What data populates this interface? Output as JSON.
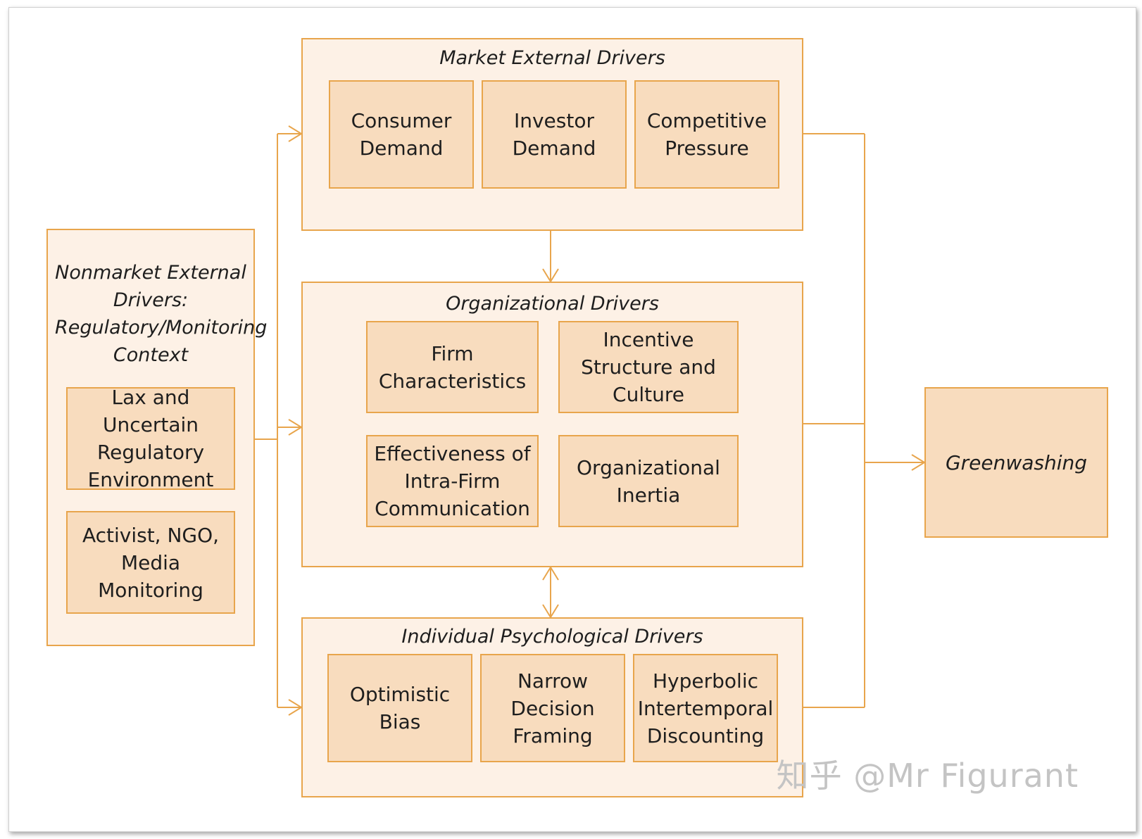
{
  "nonmarket": {
    "title": "Nonmarket External Drivers: Regulatory/Monitoring Context",
    "items": [
      "Lax and Uncertain Regulatory Environment",
      "Activist, NGO, Media Monitoring"
    ]
  },
  "market": {
    "title": "Market External Drivers",
    "items": [
      "Consumer Demand",
      "Investor Demand",
      "Competitive Pressure"
    ]
  },
  "organizational": {
    "title": "Organizational Drivers",
    "items": [
      "Firm Characteristics",
      "Incentive Structure and Culture",
      "Effectiveness of Intra-Firm Communication",
      "Organizational Inertia"
    ]
  },
  "individual": {
    "title": "Individual Psychological Drivers",
    "items": [
      "Optimistic Bias",
      "Narrow Decision Framing",
      "Hyperbolic Intertemporal Discounting"
    ]
  },
  "outcome": {
    "label": "Greenwashing"
  },
  "watermark": "知乎 @Mr Figurant",
  "colors": {
    "group_fill": "#fdf1e6",
    "box_fill": "#f8dcbe",
    "stroke": "#e8a54c"
  }
}
